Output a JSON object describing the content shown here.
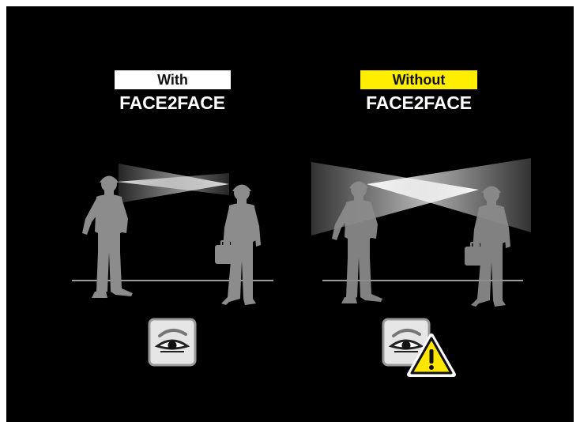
{
  "with_panel": {
    "tag": "With",
    "brand": "FACE2FACE"
  },
  "without_panel": {
    "tag": "Without",
    "brand": "FACE2FACE"
  },
  "colors": {
    "background": "#000000",
    "with_tag": "#ffffff",
    "without_tag": "#ffee00",
    "figure": "#8c8c8c",
    "warning": "#ffe600"
  },
  "icons": {
    "with_eye": "eye-icon",
    "without_eye": "eye-icon",
    "warning": "warning-triangle-icon"
  }
}
